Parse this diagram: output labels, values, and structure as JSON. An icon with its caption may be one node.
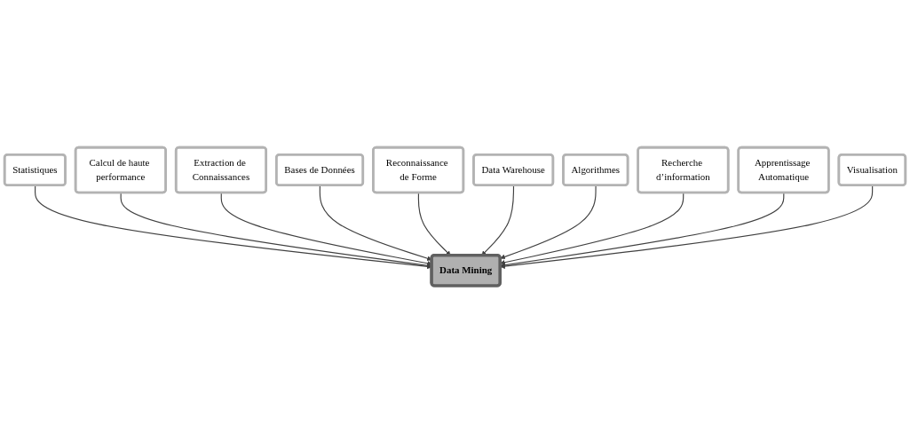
{
  "diagram": {
    "nodes": [
      {
        "text": [
          "Statistiques"
        ]
      },
      {
        "text": [
          "Calcul de haute performance"
        ]
      },
      {
        "text": [
          "Extraction de Connaissances"
        ]
      },
      {
        "text": [
          "Bases de Données"
        ]
      },
      {
        "text": [
          "Data Mining"
        ]
      },
      {
        "text": [
          "Reconnaissance de Forme"
        ]
      },
      {
        "text": [
          "Data Warehouse"
        ]
      },
      {
        "text": [
          "Algorithmes"
        ]
      },
      {
        "text": [
          "Recherche d’information"
        ]
      },
      {
        "text": [
          "Apprentissage Automatique"
        ]
      },
      {
        "text": [
          "Visualisation"
        ]
      }
    ],
    "edges": [
      {
        "from": 0,
        "to": 4,
        "arrow": "to"
      },
      {
        "from": 1,
        "to": 4,
        "arrow": "to"
      },
      {
        "from": 2,
        "to": 4,
        "arrow": "to"
      },
      {
        "from": 3,
        "to": 4,
        "arrow": "to"
      },
      {
        "from": 5,
        "to": 4,
        "arrow": "to"
      },
      {
        "from": 6,
        "to": 4,
        "arrow": "to"
      },
      {
        "from": 7,
        "to": 4,
        "arrow": "to"
      },
      {
        "from": 8,
        "to": 4,
        "arrow": "to"
      },
      {
        "from": 9,
        "to": 4,
        "arrow": "to"
      },
      {
        "from": 10,
        "to": 4,
        "arrow": "to"
      }
    ]
  }
}
